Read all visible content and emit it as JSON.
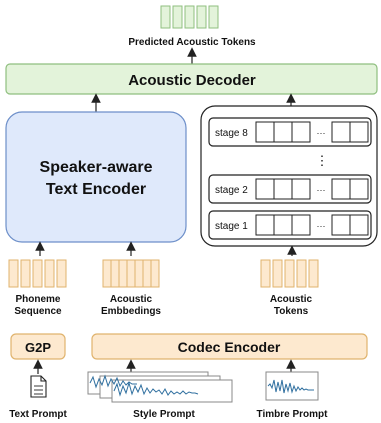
{
  "predicted_label": "Predicted Acoustic Tokens",
  "decoder_label": "Acoustic Decoder",
  "text_encoder_line1": "Speaker-aware",
  "text_encoder_line2": "Text Encoder",
  "stages": [
    "stage 8",
    "stage 2",
    "stage 1"
  ],
  "stage_ellipsis": "···",
  "vertical_ellipsis": "⋮",
  "phoneme_label_line1": "Phoneme",
  "phoneme_label_line2": "Sequence",
  "acoustic_emb_line1": "Acoustic",
  "acoustic_emb_line2": "Embbedings",
  "acoustic_tokens_line1": "Acoustic",
  "acoustic_tokens_line2": "Tokens",
  "g2p_label": "G2P",
  "codec_label": "Codec Encoder",
  "text_prompt_label": "Text Prompt",
  "style_prompt_label": "Style Prompt",
  "timbre_prompt_label": "Timbre Prompt",
  "colors": {
    "green_fill": "#e3f3da",
    "green_stroke": "#8fbf7f",
    "blue_fill": "#dfe9fb",
    "blue_stroke": "#6d8fc9",
    "orange_fill": "#fde9cf",
    "orange_stroke": "#e0b36d",
    "wave": "#2f6f9f"
  }
}
